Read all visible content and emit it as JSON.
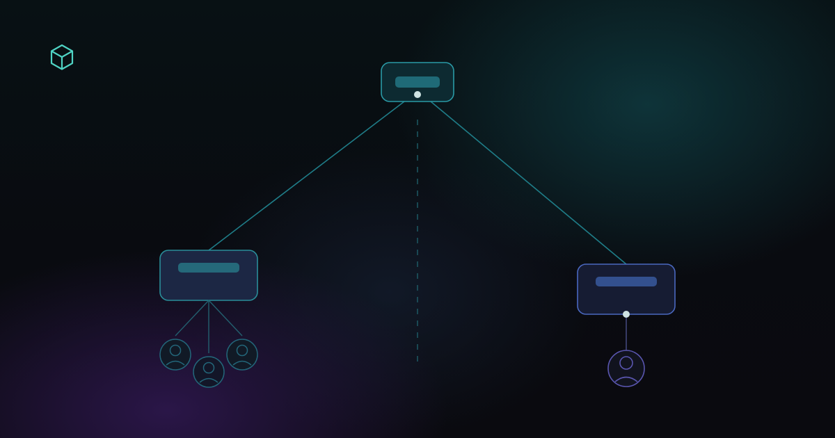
{
  "icons": {
    "logo": "cube-icon",
    "user": "user-icon"
  },
  "colors": {
    "accent_teal": "#2a9aa6",
    "accent_blue": "#4a68c0",
    "accent_purple": "#5a56b0",
    "node_dot": "#cfe3e3",
    "logo": "#4fd4c4"
  },
  "diagram": {
    "nodes": [
      {
        "id": "root",
        "style": "teal"
      },
      {
        "id": "left",
        "style": "teal"
      },
      {
        "id": "right",
        "style": "blue"
      }
    ],
    "edges": [
      {
        "from": "root",
        "to": "left"
      },
      {
        "from": "root",
        "to": "right"
      },
      {
        "from": "root",
        "to": "center-dashed",
        "dashed": true
      }
    ],
    "left_members": 3,
    "right_members": 1
  }
}
